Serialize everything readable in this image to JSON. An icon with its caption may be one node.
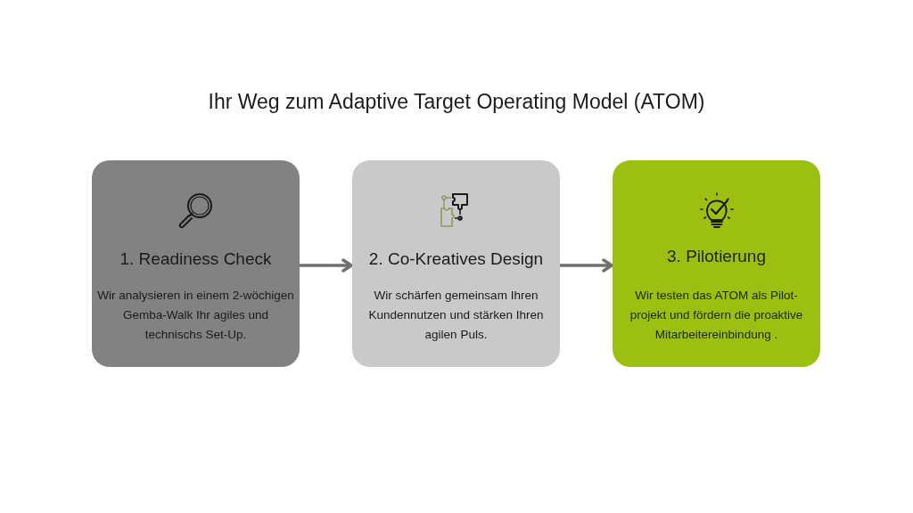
{
  "diagram": {
    "title": "Ihr Weg zum Adaptive Target Operating Model (ATOM)",
    "nodes": [
      {
        "text": [
          "1. Readiness Check",
          "Wir analysieren in einem 2-wöchigen Gemba-Walk Ihr agiles und technischs Set-Up."
        ]
      },
      {
        "text": [
          "2. Co-Kreatives Design",
          "Wir schärfen gemeinsam Ihren Kundennutzen und stärken Ihren agilen Puls."
        ]
      },
      {
        "text": [
          "3. Pilotierung",
          "Wir testen das ATOM als Pilot-projekt und fördern die proaktive Mitarbeitereinbindung ."
        ]
      }
    ],
    "edges": [
      {
        "from": 0,
        "to": 1,
        "arrow": "to"
      },
      {
        "from": 1,
        "to": 2,
        "arrow": "to"
      }
    ]
  }
}
